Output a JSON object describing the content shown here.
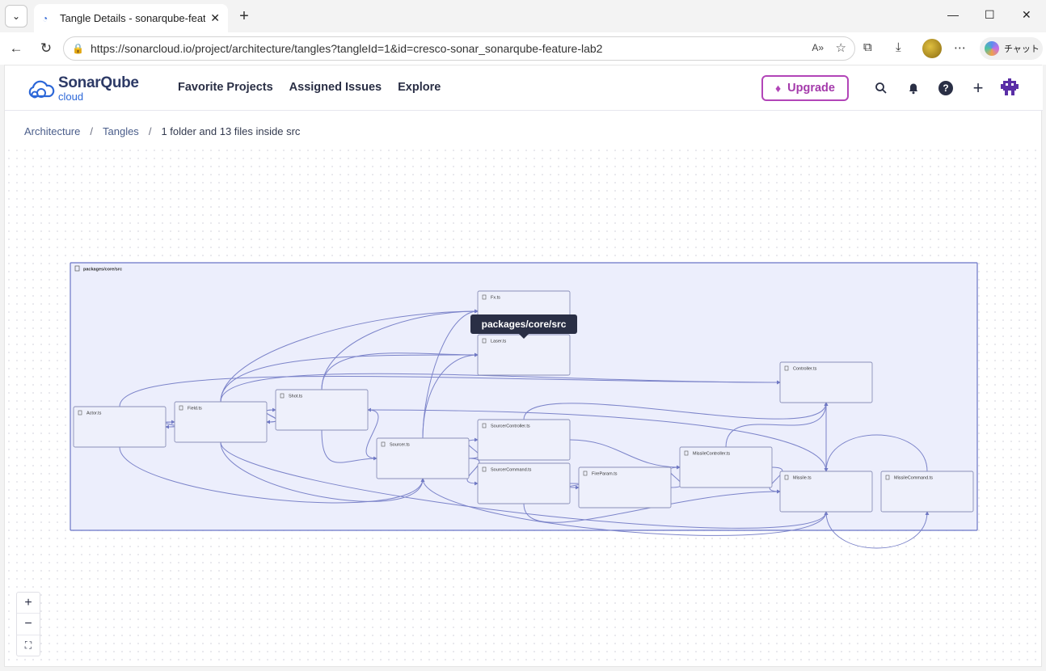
{
  "browser": {
    "tab_title": "Tangle Details - sonarqube-feature",
    "url": "https://sonarcloud.io/project/architecture/tangles?tangleId=1&id=cresco-sonar_sonarqube-feature-lab2",
    "copilot_label": "チャット"
  },
  "header": {
    "logo_main": "SonarQube",
    "logo_sub": "cloud",
    "nav": [
      "Favorite Projects",
      "Assigned Issues",
      "Explore"
    ],
    "upgrade_label": "Upgrade"
  },
  "breadcrumb": {
    "items": [
      "Architecture",
      "Tangles"
    ],
    "current": "1 folder and 13 files inside src"
  },
  "tooltip": "packages/core/src",
  "graph": {
    "folder_label": "packages/core/src",
    "nodes": [
      {
        "id": "fx",
        "label": "Fx.ts"
      },
      {
        "id": "laser",
        "label": "Laser.ts"
      },
      {
        "id": "controller",
        "label": "Controller.ts"
      },
      {
        "id": "actor",
        "label": "Actor.ts"
      },
      {
        "id": "field",
        "label": "Field.ts"
      },
      {
        "id": "shot",
        "label": "Shot.ts"
      },
      {
        "id": "sourcer",
        "label": "Sourcer.ts"
      },
      {
        "id": "sourcercontroller",
        "label": "SourcerController.ts"
      },
      {
        "id": "sourcercommand",
        "label": "SourcerCommand.ts"
      },
      {
        "id": "fireparam",
        "label": "FireParam.ts"
      },
      {
        "id": "missilecontroller",
        "label": "MissileController.ts"
      },
      {
        "id": "missile",
        "label": "Missile.ts"
      },
      {
        "id": "missilecommand",
        "label": "MissileCommand.ts"
      }
    ]
  },
  "colors": {
    "accent": "#2c67d8",
    "upgrade": "#b245b8",
    "graph_stroke": "#7b83c9",
    "graph_fill": "#eceefc"
  }
}
